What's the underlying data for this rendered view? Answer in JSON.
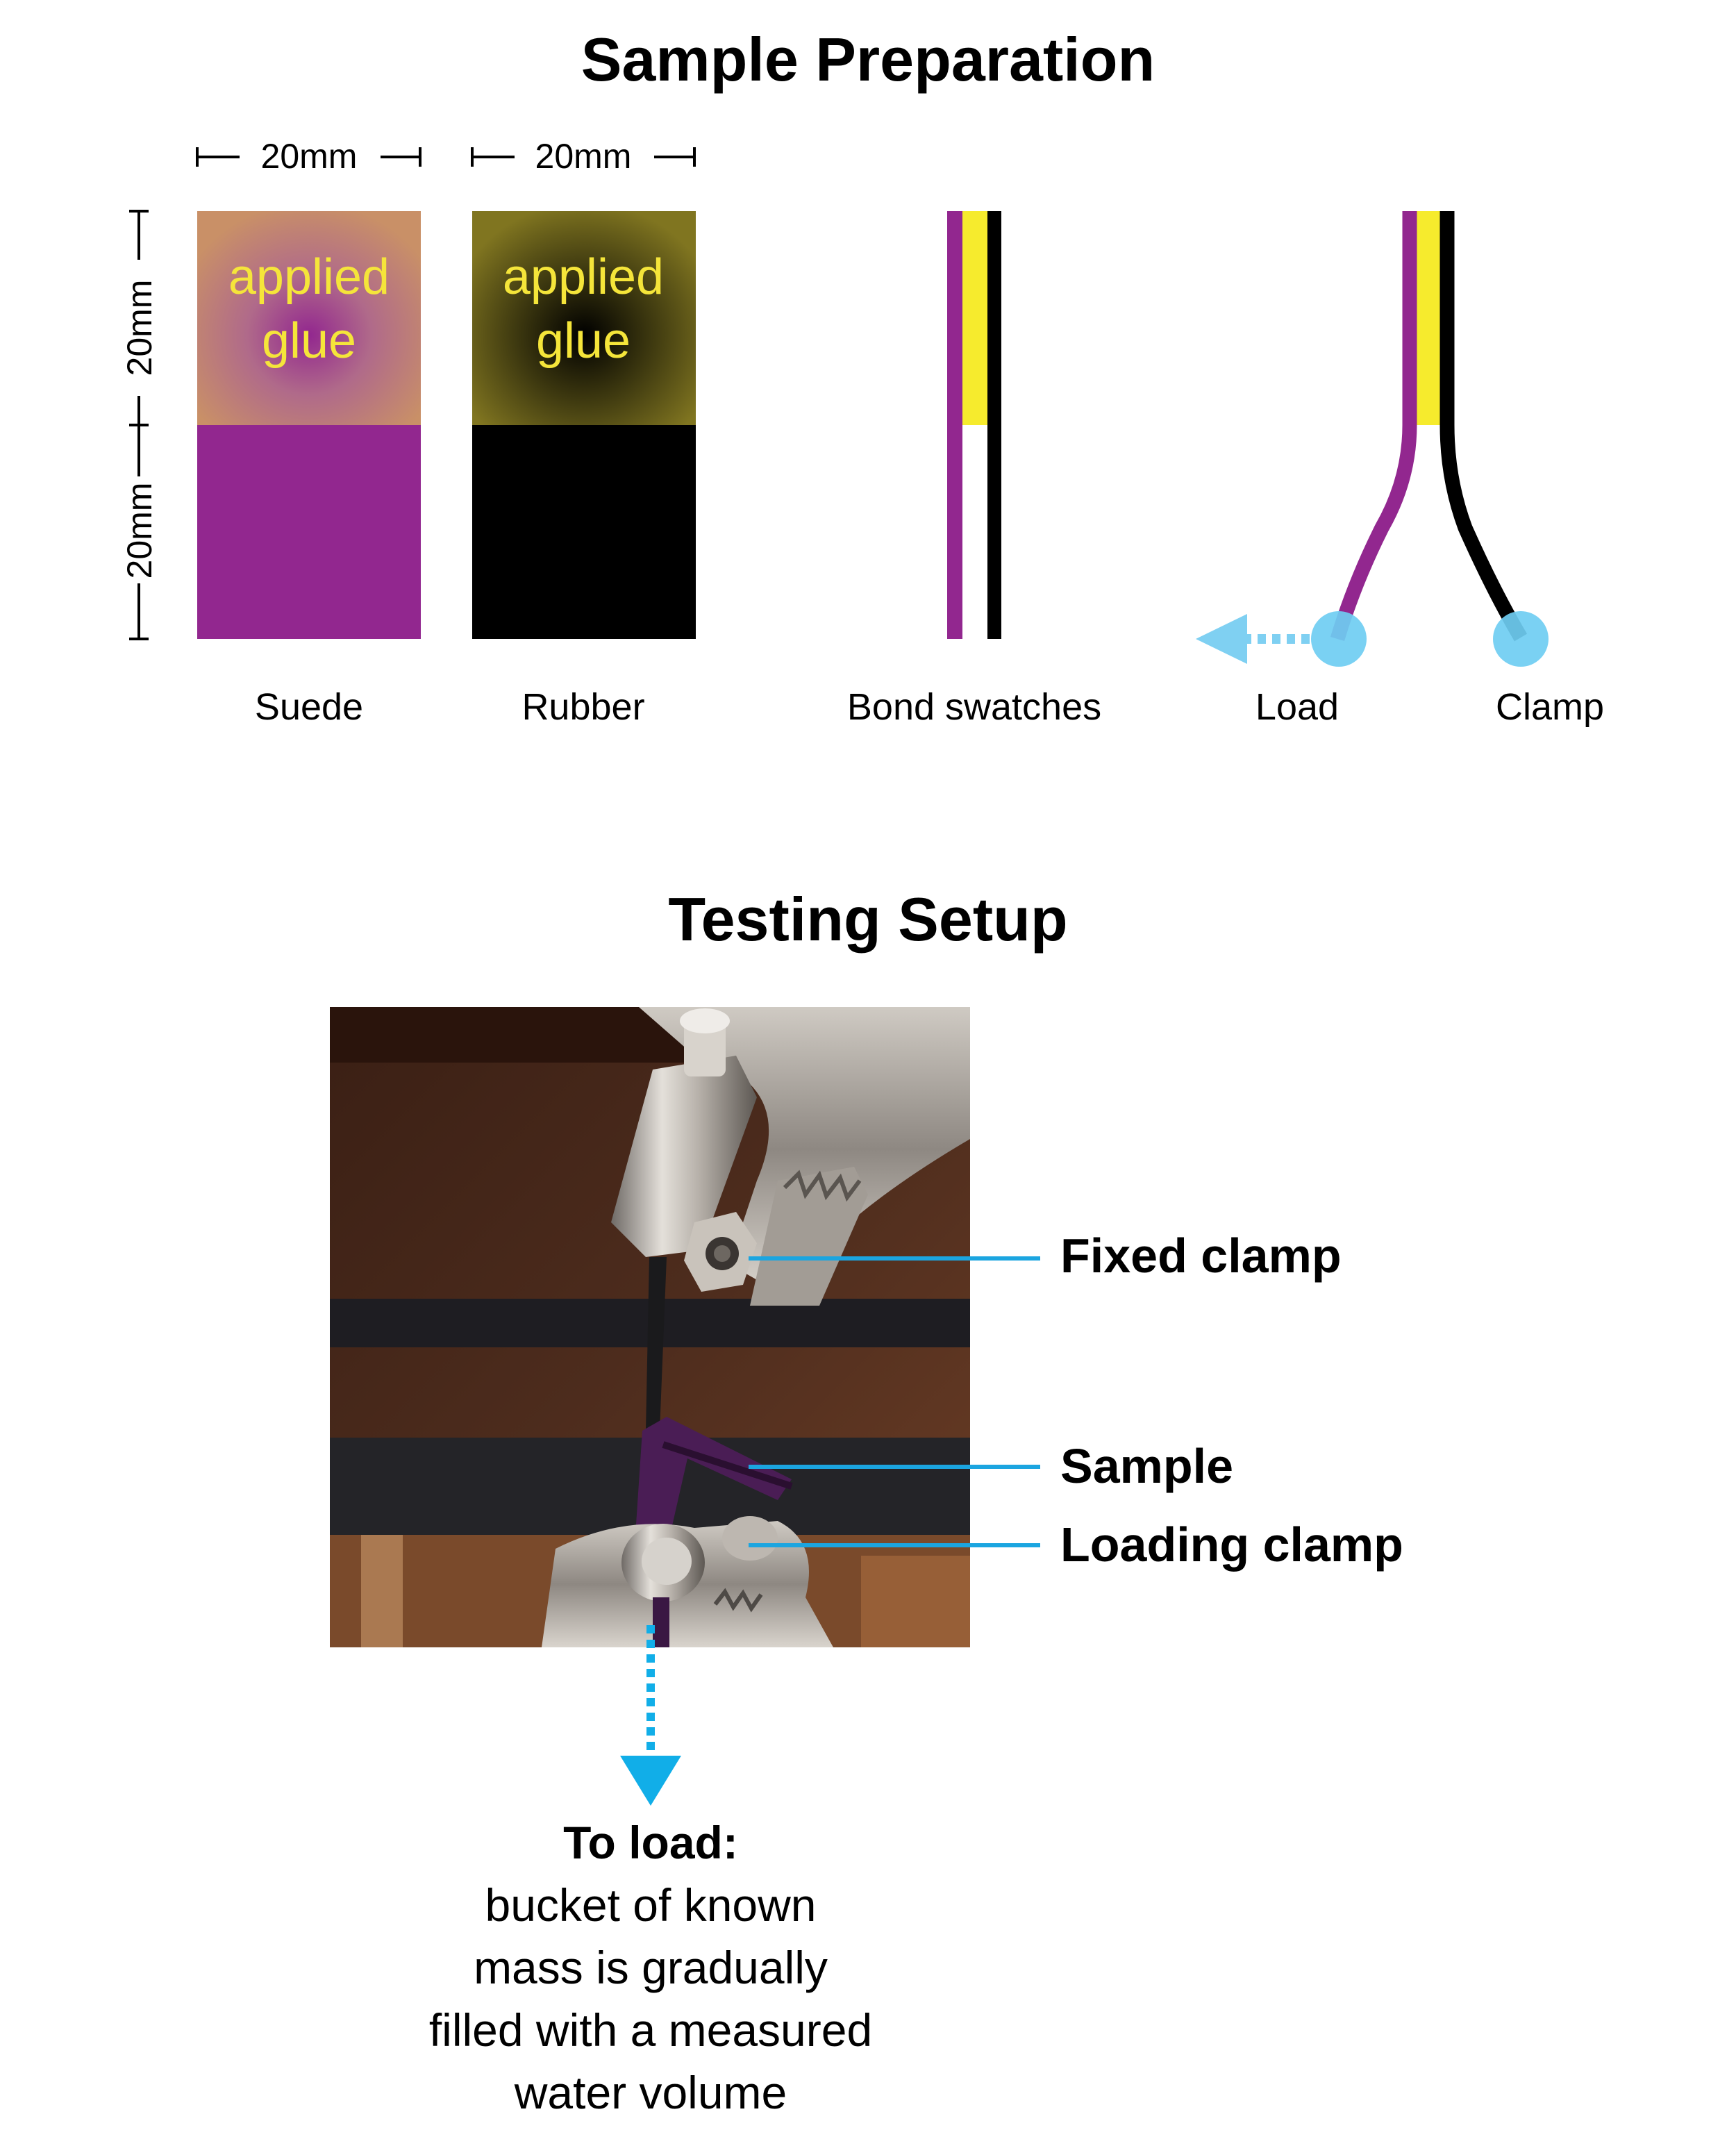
{
  "sample_preparation": {
    "title": "Sample Preparation",
    "dimensions": {
      "suede_width": "20mm",
      "rubber_width": "20mm",
      "upper_height": "20mm",
      "lower_height": "20mm"
    },
    "glue_label_line1": "applied",
    "glue_label_line2": "glue",
    "suede_label": "Suede",
    "rubber_label": "Rubber",
    "bond_label": "Bond swatches",
    "load_label": "Load",
    "clamp_label": "Clamp",
    "colors": {
      "suede": "#92278f",
      "rubber": "#000000",
      "glue": "#f6eb2d",
      "suede_glue_patch": "#c99067",
      "rubber_glue_patch": "#807520",
      "marker": "#6fcdf2",
      "arrow": "#7fd0f2"
    }
  },
  "testing_setup": {
    "title": "Testing Setup",
    "callouts": {
      "fixed_clamp": "Fixed clamp",
      "sample": "Sample",
      "loading_clamp": "Loading clamp"
    },
    "load_note": {
      "heading": "To load:",
      "line1": "bucket of known",
      "line2": "mass is gradually",
      "line3": "filled with a measured",
      "line4": "water volume"
    },
    "colors": {
      "callout_line": "#1ba5e0",
      "down_arrow": "#11aee8"
    }
  }
}
